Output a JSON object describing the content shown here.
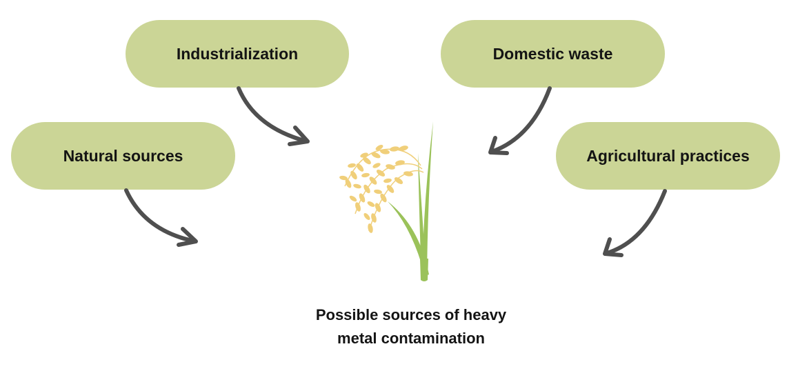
{
  "sources": {
    "industrialization": "Industrialization",
    "domestic_waste": "Domestic waste",
    "natural_sources": "Natural sources",
    "agricultural_practices": "Agricultural practices"
  },
  "caption": {
    "line1": "Possible sources of heavy",
    "line2": "metal contamination"
  },
  "colors": {
    "pill_fill": "#cbd596",
    "arrow": "#4f4f4f",
    "text": "#141414",
    "grain": "#f0cf7a",
    "leaf": "#9bc25a"
  },
  "icons": {
    "center_image": "rice-plant-icon"
  }
}
